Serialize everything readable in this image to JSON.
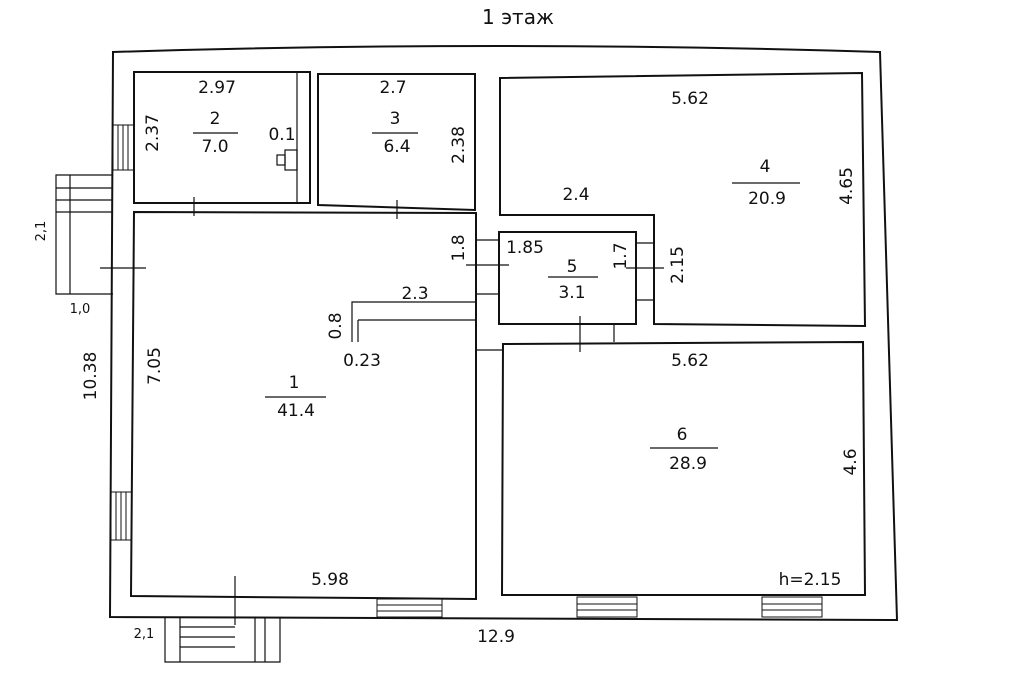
{
  "title": "1 этаж",
  "rooms": [
    {
      "num": "1",
      "area": "41.4"
    },
    {
      "num": "2",
      "area": "7.0"
    },
    {
      "num": "3",
      "area": "6.4"
    },
    {
      "num": "4",
      "area": "20.9"
    },
    {
      "num": "5",
      "area": "3.1"
    },
    {
      "num": "6",
      "area": "28.9"
    }
  ],
  "dimensions": {
    "r2_top": "2.97",
    "r2_side": "2.37",
    "r2_niche": "0.1",
    "r3_top": "2.7",
    "r3_side": "2.38",
    "r4_top": "5.62",
    "r4_notch": "2.4",
    "r4_side": "4.65",
    "r4_step": "2.15",
    "r5_top": "1.85",
    "r5_left": "1.8",
    "r5_right": "1.7",
    "r1_ledge": "2.3",
    "r1_stub_h": "0.8",
    "r1_stub_w": "0.23",
    "r1_side": "7.05",
    "r1_bottom": "5.98",
    "r6_top": "5.62",
    "r6_side": "4.6",
    "height": "h=2.15",
    "total_height": "10.38",
    "total_width": "12.9",
    "porch_left_h": "2,1",
    "porch_left_w": "1,0",
    "porch_bottom": "2,1"
  }
}
